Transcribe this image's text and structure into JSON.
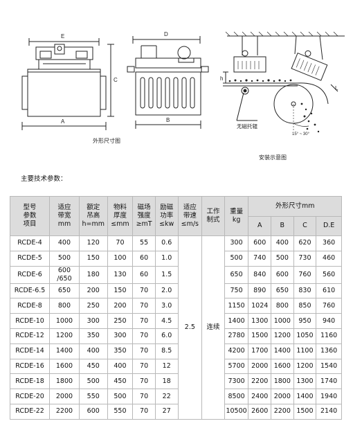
{
  "figures": {
    "left_caption": "外形尺寸图",
    "right_caption": "安装示意图",
    "dim_labels": {
      "E": "E",
      "C": "C",
      "A": "A",
      "D": "D",
      "B": "B",
      "h": "h",
      "L": "L"
    },
    "roller_label": "无磁托辊",
    "angle_label": "15° ~ 30°"
  },
  "section_title": "主要技术参数：",
  "table": {
    "headers": {
      "model": [
        "型号",
        "参数",
        "项目"
      ],
      "belt_width": [
        "适应",
        "带宽",
        "mm"
      ],
      "height": [
        "额定",
        "吊高",
        "h=mm"
      ],
      "thickness": [
        "物料",
        "厚度",
        "≤mm"
      ],
      "field": [
        "磁场",
        "强度",
        "≥mT"
      ],
      "power": [
        "励磁",
        "功率",
        "≤kw"
      ],
      "speed": [
        "适应",
        "带速",
        "≤m/s"
      ],
      "mode": [
        "工作",
        "制式"
      ],
      "weight": [
        "重量",
        "kg"
      ],
      "dims": "外形尺寸mm",
      "dim_cols": [
        "A",
        "B",
        "C",
        "D.E"
      ]
    },
    "merged_speed": "2.5",
    "merged_mode": "连续",
    "rows": [
      {
        "model": "RCDE-4",
        "width": "400",
        "height": "120",
        "thick": "70",
        "field": "55",
        "power": "0.6",
        "weight": "300",
        "a": "600",
        "b": "400",
        "c": "620",
        "de": "360"
      },
      {
        "model": "RCDE-5",
        "width": "500",
        "height": "150",
        "thick": "100",
        "field": "60",
        "power": "1.0",
        "weight": "500",
        "a": "740",
        "b": "500",
        "c": "730",
        "de": "460"
      },
      {
        "model": "RCDE-6",
        "width": "600 /650",
        "height": "180",
        "thick": "130",
        "field": "60",
        "power": "1.5",
        "weight": "650",
        "a": "840",
        "b": "600",
        "c": "760",
        "de": "560"
      },
      {
        "model": "RCDE-6.5",
        "width": "650",
        "height": "200",
        "thick": "150",
        "field": "70",
        "power": "2.0",
        "weight": "750",
        "a": "890",
        "b": "650",
        "c": "830",
        "de": "610"
      },
      {
        "model": "RCDE-8",
        "width": "800",
        "height": "250",
        "thick": "200",
        "field": "70",
        "power": "3.0",
        "weight": "1150",
        "a": "1024",
        "b": "800",
        "c": "850",
        "de": "760"
      },
      {
        "model": "RCDE-10",
        "width": "1000",
        "height": "300",
        "thick": "250",
        "field": "70",
        "power": "4.5",
        "weight": "1400",
        "a": "1300",
        "b": "1000",
        "c": "950",
        "de": "940"
      },
      {
        "model": "RCDE-12",
        "width": "1200",
        "height": "350",
        "thick": "300",
        "field": "70",
        "power": "6.0",
        "weight": "2780",
        "a": "1500",
        "b": "1200",
        "c": "1050",
        "de": "1160"
      },
      {
        "model": "RCDE-14",
        "width": "1400",
        "height": "400",
        "thick": "350",
        "field": "70",
        "power": "8.5",
        "weight": "4200",
        "a": "1700",
        "b": "1400",
        "c": "1100",
        "de": "1360"
      },
      {
        "model": "RCDE-16",
        "width": "1600",
        "height": "450",
        "thick": "400",
        "field": "70",
        "power": "12",
        "weight": "5700",
        "a": "2000",
        "b": "1600",
        "c": "1200",
        "de": "1540"
      },
      {
        "model": "RCDE-18",
        "width": "1800",
        "height": "500",
        "thick": "450",
        "field": "70",
        "power": "18",
        "weight": "7300",
        "a": "2200",
        "b": "1800",
        "c": "1300",
        "de": "1740"
      },
      {
        "model": "RCDE-20",
        "width": "2000",
        "height": "550",
        "thick": "500",
        "field": "70",
        "power": "22",
        "weight": "8500",
        "a": "2400",
        "b": "2000",
        "c": "1400",
        "de": "1940"
      },
      {
        "model": "RCDE-22",
        "width": "2200",
        "height": "600",
        "thick": "550",
        "field": "70",
        "power": "27",
        "weight": "10500",
        "a": "2600",
        "b": "2200",
        "c": "1500",
        "de": "2140"
      }
    ]
  }
}
